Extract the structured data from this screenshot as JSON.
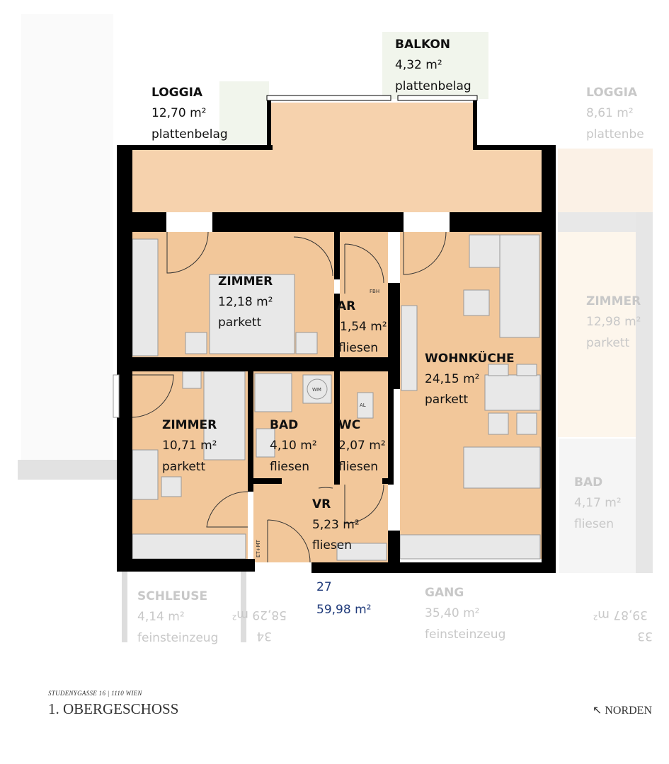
{
  "project": {
    "address": "STUDENYGASSE 16 | 1110 WIEN",
    "floor": "1. OBERGESCHOSS",
    "north_label": "NORDEN",
    "north_icon": "north-arrow-icon"
  },
  "colors": {
    "floor": "#f2c79a",
    "terrace": "#f6d2ad",
    "wall": "#000000",
    "unit_label": "#1f3a7a",
    "faded": "#c8c8c8"
  },
  "unit": {
    "number": "27",
    "area": "59,98 m²"
  },
  "rooms": [
    {
      "name": "BALKON",
      "area": "4,32 m²",
      "floor": "plattenbelag"
    },
    {
      "name": "LOGGIA",
      "area": "12,70 m²",
      "floor": "plattenbelag"
    },
    {
      "name": "ZIMMER",
      "area": "12,18 m²",
      "floor": "parkett"
    },
    {
      "name": "AR",
      "area": "1,54 m²",
      "floor": "fliesen"
    },
    {
      "name": "WOHNKÜCHE",
      "area": "24,15 m²",
      "floor": "parkett"
    },
    {
      "name": "ZIMMER",
      "area": "10,71 m²",
      "floor": "parkett"
    },
    {
      "name": "BAD",
      "area": "4,10 m²",
      "floor": "fliesen"
    },
    {
      "name": "WC",
      "area": "2,07 m²",
      "floor": "fliesen"
    },
    {
      "name": "VR",
      "area": "5,23 m²",
      "floor": "fliesen"
    }
  ],
  "neighbors": [
    {
      "name": "LOGGIA",
      "area": "8,61 m²",
      "floor": "plattenbe"
    },
    {
      "name": "ZIMMER",
      "area": "12,98 m²",
      "floor": "parkett"
    },
    {
      "name": "BAD",
      "area": "4,17 m²",
      "floor": "fliesen"
    },
    {
      "name": "SCHLEUSE",
      "area": "4,14 m²",
      "floor": "feinsteinzeug"
    },
    {
      "name": "GANG",
      "area": "35,40 m²",
      "floor": "feinsteinzeug"
    }
  ],
  "neighbor_units": [
    {
      "number": "34",
      "area": "58,29 m²"
    },
    {
      "number": "33",
      "area": "39,87 m²"
    }
  ],
  "fixtures": {
    "washer": "WM",
    "floor_heating": "FBH",
    "al": "AL",
    "et_mt": "ET+MT"
  }
}
